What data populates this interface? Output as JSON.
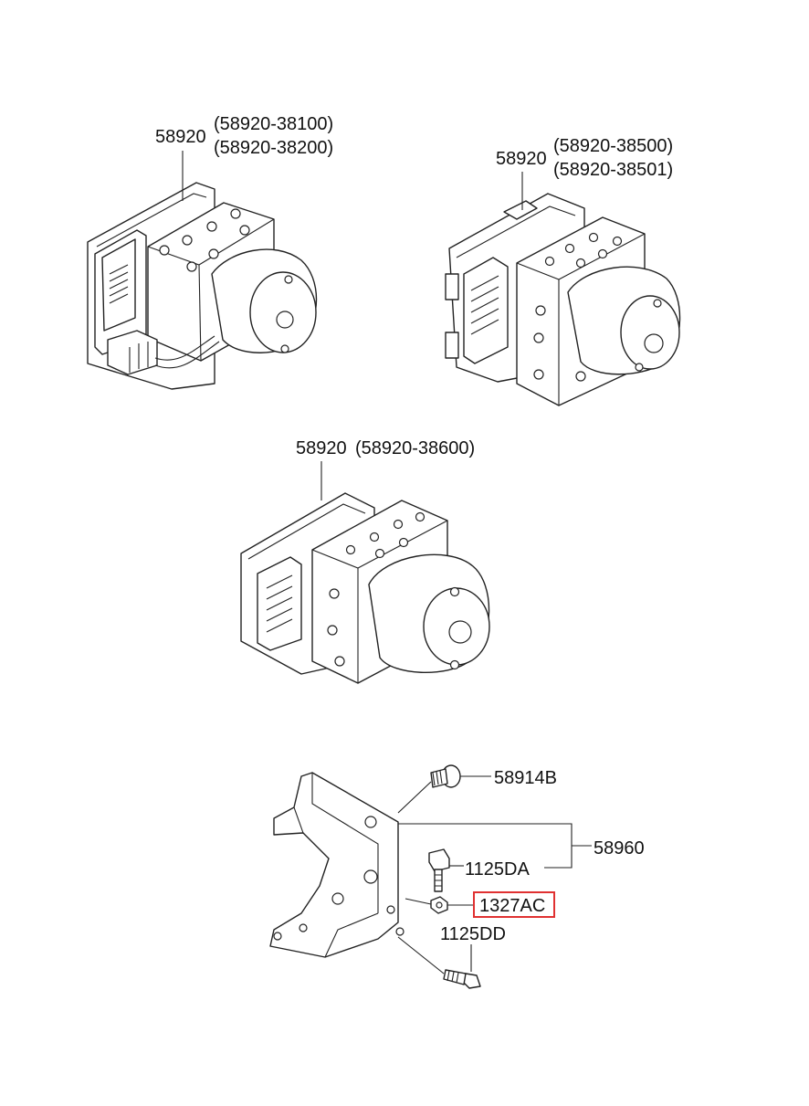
{
  "labels": {
    "unit1_part": "58920",
    "unit1_sub1": "(58920-38100)",
    "unit1_sub2": "(58920-38200)",
    "unit2_part": "58920",
    "unit2_sub1": "(58920-38500)",
    "unit2_sub2": "(58920-38501)",
    "unit3_part": "58920",
    "unit3_sub": "(58920-38600)",
    "bolt_top": "58914B",
    "bracket": "58960",
    "bolt_mid": "1125DA",
    "nut": "1327AC",
    "bolt_bottom": "1125DD"
  },
  "highlight": {
    "color": "#e03131",
    "target": "1327AC"
  }
}
